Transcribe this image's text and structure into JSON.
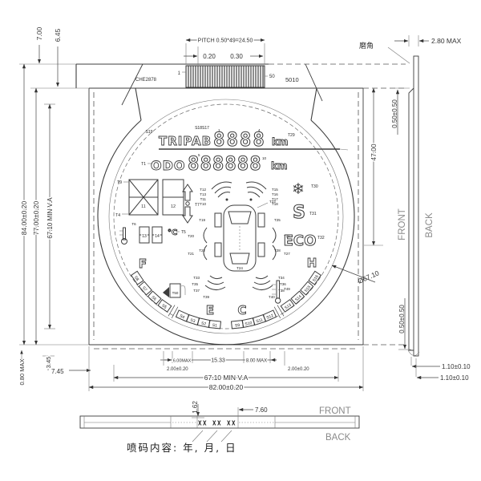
{
  "connector": {
    "pitch": "PITCH 0.50*49=24.50",
    "dim_a": "0.20",
    "dim_b": "0.30",
    "pin_first": "1",
    "pin_last": "50",
    "part": "5010",
    "ic": "CHE2878"
  },
  "dims": {
    "tail_h": "7.00",
    "tail_inner": "6.45",
    "h_outer": "84.00±0.20",
    "h_glass": "77.00±0.20",
    "h_va": "67.10 MIN V.A",
    "bottom_max": "0.80 MAX",
    "step_a": "3.45",
    "step_b": "7.45",
    "b1": "6.00MAX",
    "b2": "15.33",
    "b3": "8.00 MAX",
    "b4": "2.00±0.20",
    "b5": "2.00±0.20",
    "w_va": "67.10 MIN V.A",
    "w_outer": "82.00±0.20",
    "r_h": "47.00",
    "dia": "Ø67.10"
  },
  "lcd": {
    "s19": "S19",
    "trip": "TRIPAB",
    "s1817": "S18S17",
    "trip_digits": "8888",
    "km1": "km",
    "km1_sup": "T29",
    "n1": "1",
    "n4": "4",
    "t1": "T1",
    "odo": "ODO",
    "odo_digits": "888888",
    "km2": "km",
    "n5": "5",
    "n10": "10",
    "t9": "T9",
    "t4": "T4",
    "g1": "11",
    "g2": "12",
    "t7": "T7",
    "t6": "T6",
    "d13": "13",
    "d14": "14",
    "degc": "°C",
    "t5": "T5",
    "snow": "❄",
    "t30": "T30",
    "s": "S",
    "t31": "T31",
    "eco": "ECO",
    "t32": "T32",
    "f": "F",
    "e": "E",
    "c": "C",
    "h": "H",
    "fuel": [
      "S8",
      "S7",
      "S6",
      "S5",
      "S4",
      "S3",
      "S2",
      "S1"
    ],
    "temp": [
      "S16",
      "S15",
      "S14",
      "S13",
      "S12",
      "S11",
      "S10",
      "S9"
    ],
    "pump": "T50",
    "ticon": "T49",
    "fsl": [
      "T12",
      "T13",
      "T11",
      "T10"
    ],
    "fsr": [
      "T15",
      "T16",
      "T17",
      "T18"
    ],
    "t19": "T19",
    "t20": "T20",
    "t21": "T21",
    "t22": "T22",
    "t23": "T23",
    "t24": "T24",
    "t25": "T25",
    "t26": "T26",
    "t27": "T27",
    "t28": "T28",
    "rear": [
      "T33",
      "T34",
      "T35",
      "T36",
      "T37",
      "T38",
      "T39",
      "T40"
    ]
  },
  "side": {
    "chamfer": "磨角",
    "tmax": "2.80 MAX",
    "off_top": "0.50±0.50",
    "off_bot": "0.50±0.50",
    "front": "FRONT",
    "back": "BACK",
    "g1": "1.10±0.10",
    "g2": "1.10±0.10"
  },
  "bottom": {
    "h": "1.62",
    "off": "7.60",
    "marks": "XX XX XX",
    "front": "FRONT",
    "back": "BACK",
    "note": "喷码内容: 年, 月, 日"
  }
}
